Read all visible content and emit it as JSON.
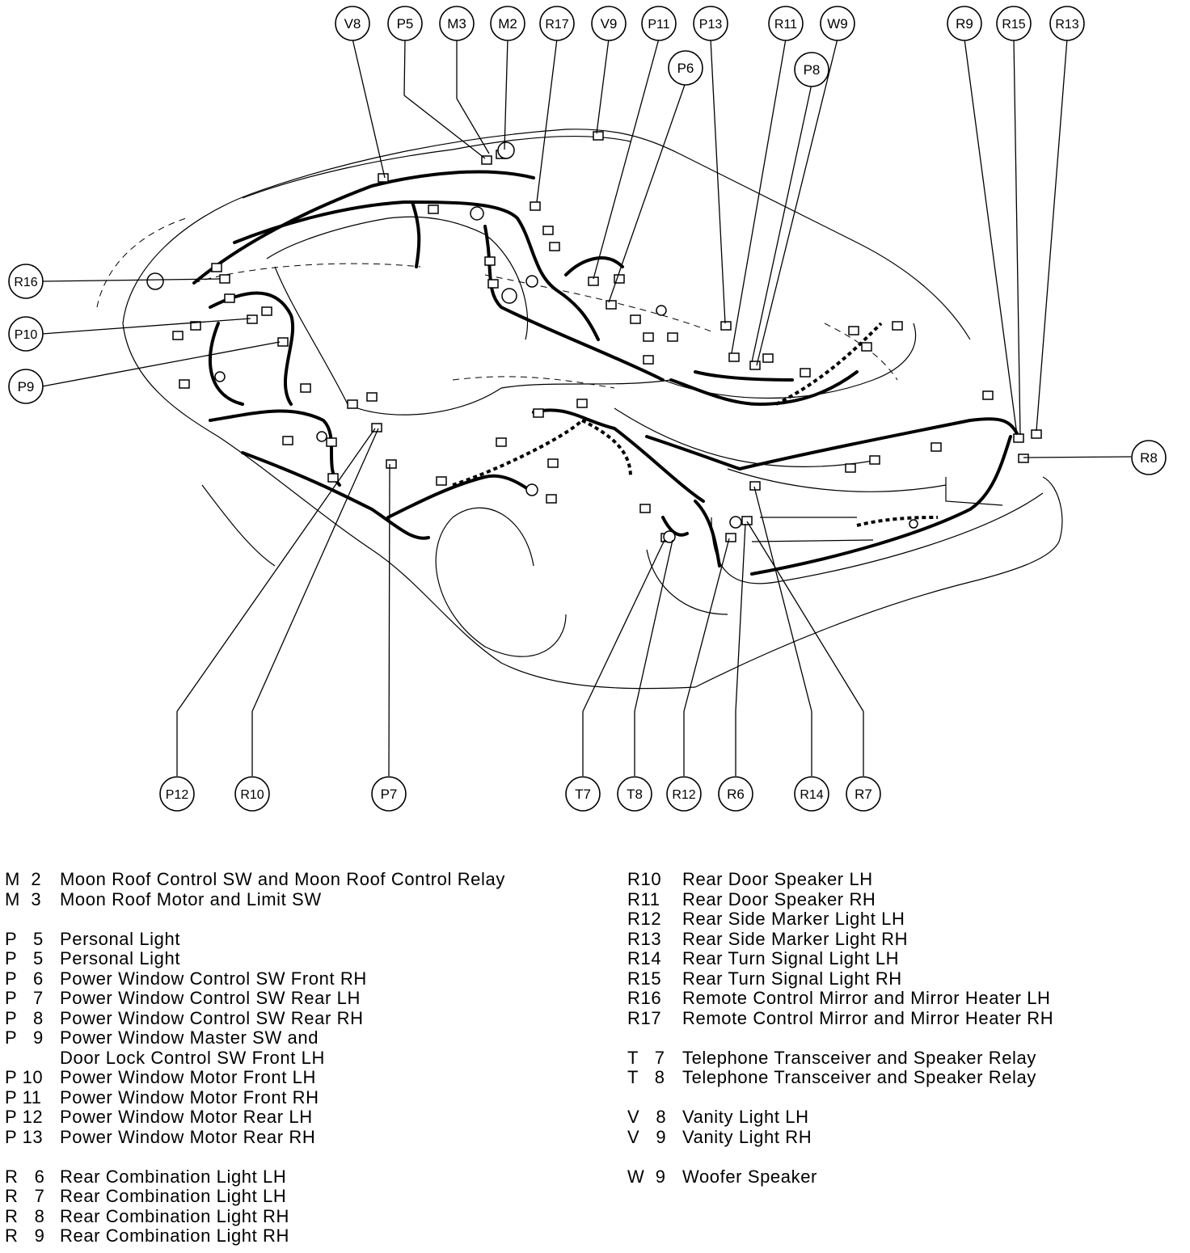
{
  "callouts": {
    "top": [
      {
        "id": "V8",
        "label": "V8"
      },
      {
        "id": "P5",
        "label": "P5"
      },
      {
        "id": "M3",
        "label": "M3"
      },
      {
        "id": "M2",
        "label": "M2"
      },
      {
        "id": "R17",
        "label": "R17"
      },
      {
        "id": "V9",
        "label": "V9"
      },
      {
        "id": "P11",
        "label": "P11"
      },
      {
        "id": "P13",
        "label": "P13"
      },
      {
        "id": "R11",
        "label": "R11"
      },
      {
        "id": "W9",
        "label": "W9"
      },
      {
        "id": "P6",
        "label": "P6"
      },
      {
        "id": "P8",
        "label": "P8"
      },
      {
        "id": "R9",
        "label": "R9"
      },
      {
        "id": "R15",
        "label": "R15"
      },
      {
        "id": "R13",
        "label": "R13"
      }
    ],
    "left": [
      {
        "id": "R16",
        "label": "R16"
      },
      {
        "id": "P10",
        "label": "P10"
      },
      {
        "id": "P9",
        "label": "P9"
      }
    ],
    "right": [
      {
        "id": "R8",
        "label": "R8"
      }
    ],
    "bottom": [
      {
        "id": "P12",
        "label": "P12"
      },
      {
        "id": "R10",
        "label": "R10"
      },
      {
        "id": "P7",
        "label": "P7"
      },
      {
        "id": "T7",
        "label": "T7"
      },
      {
        "id": "T8",
        "label": "T8"
      },
      {
        "id": "R12",
        "label": "R12"
      },
      {
        "id": "R6",
        "label": "R6"
      },
      {
        "id": "R14",
        "label": "R14"
      },
      {
        "id": "R7",
        "label": "R7"
      }
    ]
  },
  "legend": {
    "left": [
      {
        "code": "M  2",
        "desc": "Moon Roof Control SW and Moon Roof Control Relay"
      },
      {
        "code": "M  3",
        "desc": "Moon Roof Motor and Limit SW"
      },
      null,
      {
        "code": "P   5",
        "desc": "Personal Light"
      },
      {
        "code": "P   5",
        "desc": "Personal Light"
      },
      {
        "code": "P   6",
        "desc": "Power Window Control SW Front RH"
      },
      {
        "code": "P   7",
        "desc": "Power Window Control SW Rear LH"
      },
      {
        "code": "P   8",
        "desc": "Power Window Control SW Rear RH"
      },
      {
        "code": "P   9",
        "desc": "Power Window Master SW and"
      },
      {
        "code": "",
        "desc": "Door Lock Control SW Front LH"
      },
      {
        "code": "P 10",
        "desc": "Power Window Motor Front LH"
      },
      {
        "code": "P 11",
        "desc": "Power Window Motor Front RH"
      },
      {
        "code": "P 12",
        "desc": "Power Window Motor Rear LH"
      },
      {
        "code": "P 13",
        "desc": "Power Window Motor Rear RH"
      },
      null,
      {
        "code": "R   6",
        "desc": "Rear Combination Light LH"
      },
      {
        "code": "R   7",
        "desc": "Rear Combination Light LH"
      },
      {
        "code": "R   8",
        "desc": "Rear Combination Light RH"
      },
      {
        "code": "R   9",
        "desc": "Rear Combination Light RH"
      }
    ],
    "right": [
      {
        "code": "R10",
        "desc": "Rear Door Speaker LH"
      },
      {
        "code": "R11",
        "desc": "Rear Door Speaker RH"
      },
      {
        "code": "R12",
        "desc": "Rear Side Marker Light LH"
      },
      {
        "code": "R13",
        "desc": "Rear Side Marker Light RH"
      },
      {
        "code": "R14",
        "desc": "Rear Turn Signal Light LH"
      },
      {
        "code": "R15",
        "desc": "Rear Turn Signal Light RH"
      },
      {
        "code": "R16",
        "desc": "Remote Control Mirror and Mirror Heater LH"
      },
      {
        "code": "R17",
        "desc": "Remote Control Mirror and Mirror Heater RH"
      },
      null,
      {
        "code": "T   7",
        "desc": "Telephone Transceiver and Speaker Relay"
      },
      {
        "code": "T   8",
        "desc": "Telephone Transceiver and Speaker Relay"
      },
      null,
      {
        "code": "V   8",
        "desc": "Vanity Light LH"
      },
      {
        "code": "V   9",
        "desc": "Vanity Light RH"
      },
      null,
      {
        "code": "W  9",
        "desc": "Woofer Speaker"
      }
    ]
  }
}
